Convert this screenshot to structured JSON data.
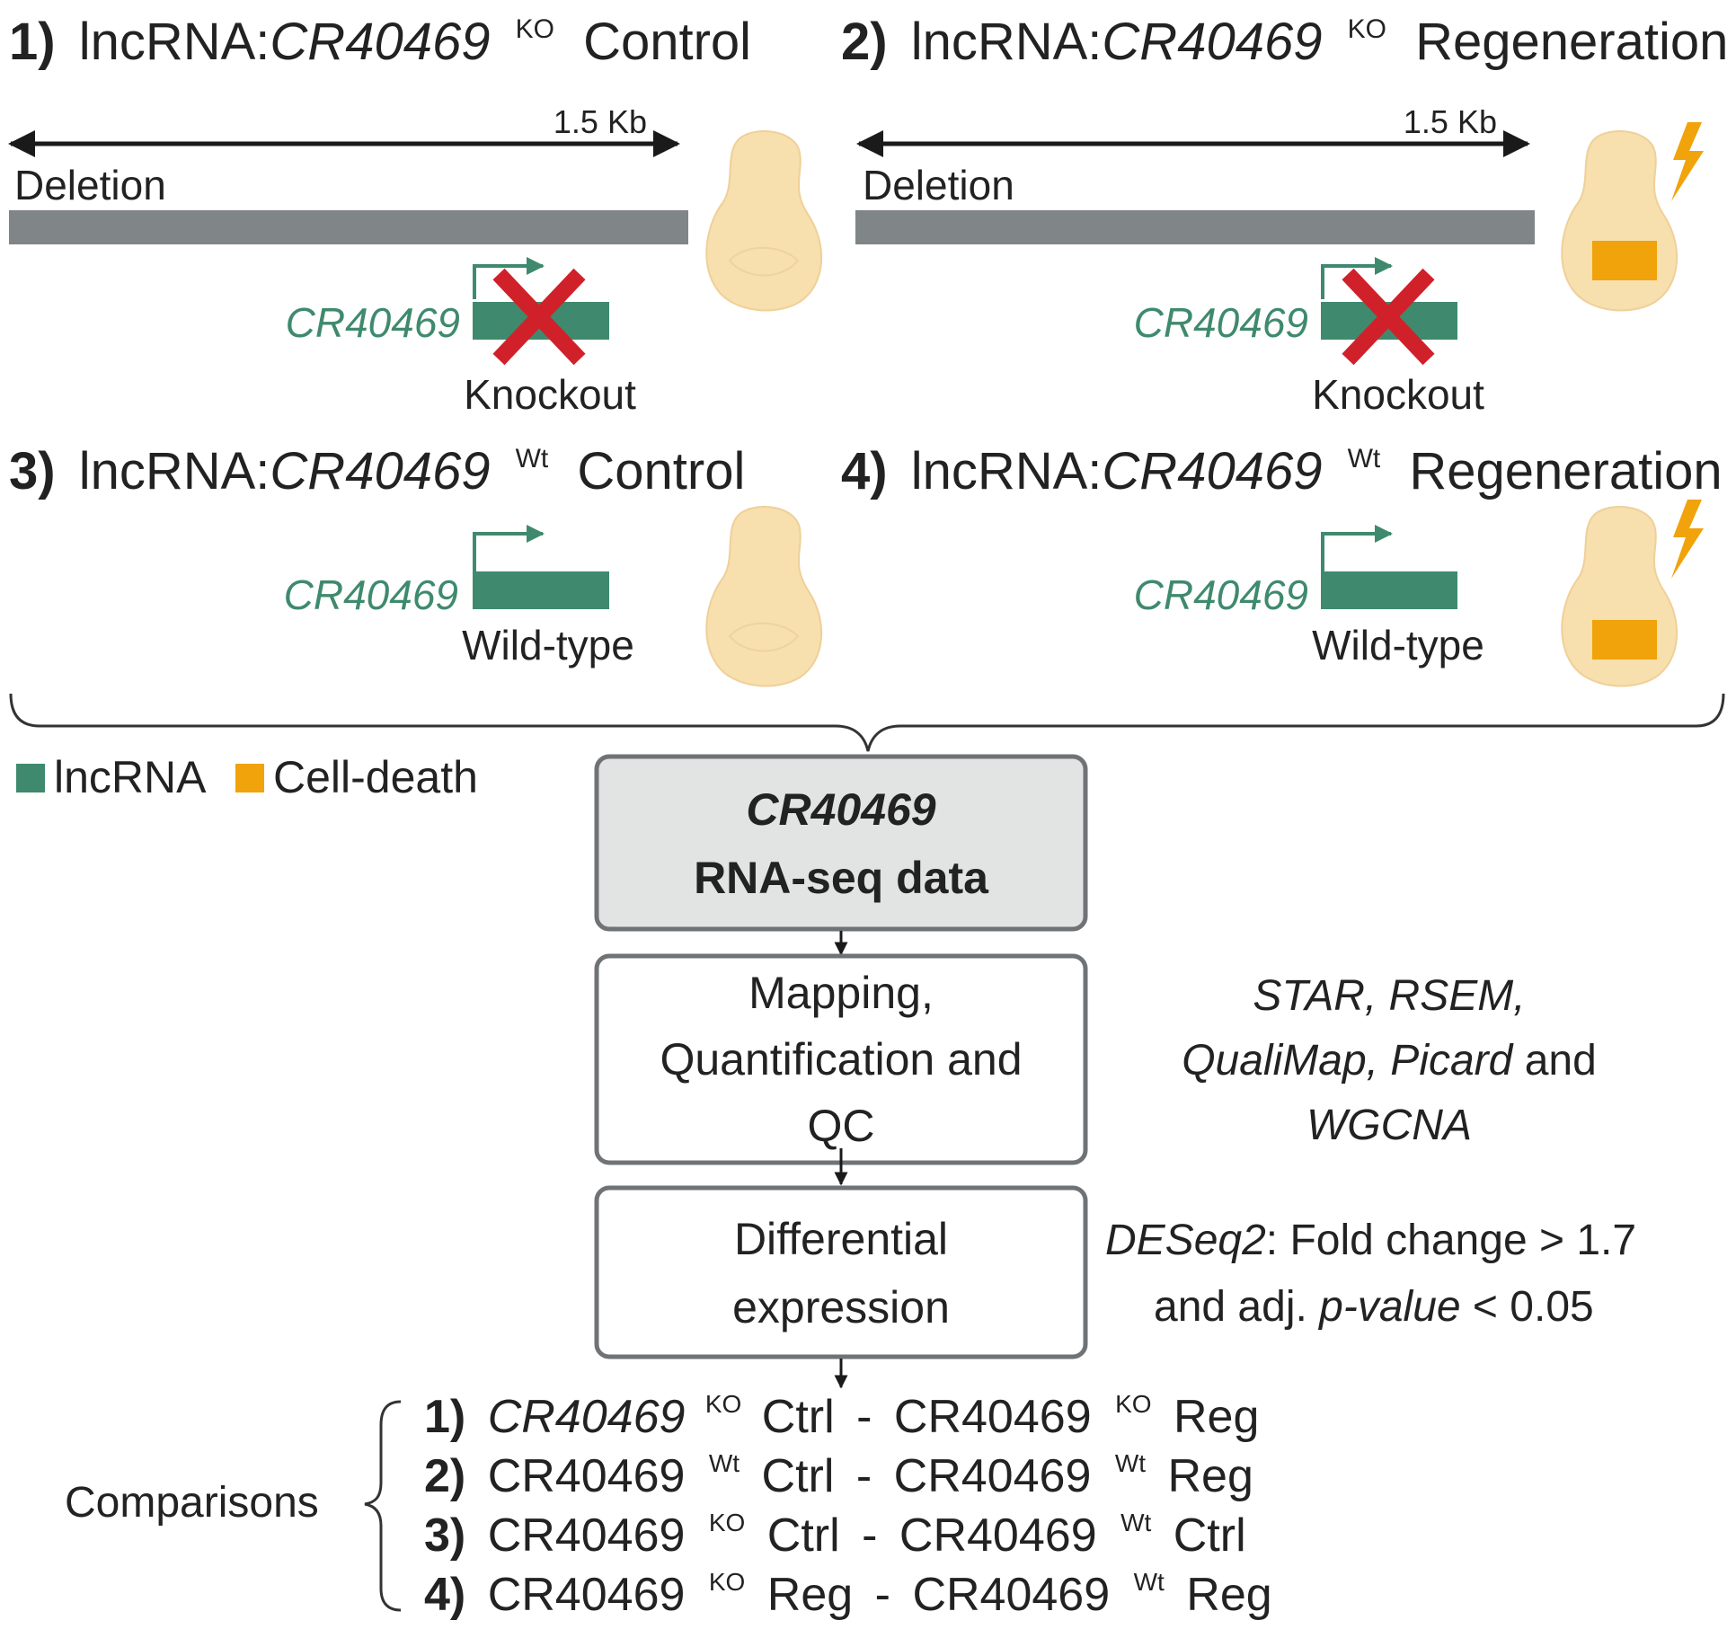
{
  "panels": [
    {
      "num": "1)",
      "prefix": "lncRNA:",
      "gene": "CR40469",
      "sup": "KO",
      "cond": "Control",
      "deletion_label": "Deletion",
      "size_label": "1.5 Kb",
      "gene_label": "CR40469",
      "status": "Knockout"
    },
    {
      "num": "2)",
      "prefix": "lncRNA:",
      "gene": "CR40469",
      "sup": "KO",
      "cond": "Regeneration",
      "deletion_label": "Deletion",
      "size_label": "1.5 Kb",
      "gene_label": "CR40469",
      "status": "Knockout"
    },
    {
      "num": "3)",
      "prefix": "lncRNA:",
      "gene": "CR40469",
      "sup": "Wt",
      "cond": "Control",
      "gene_label": "CR40469",
      "status": "Wild-type"
    },
    {
      "num": "4)",
      "prefix": "lncRNA:",
      "gene": "CR40469",
      "sup": "Wt",
      "cond": "Regeneration",
      "gene_label": "CR40469",
      "status": "Wild-type"
    }
  ],
  "legend": {
    "lncrna": "lncRNA",
    "cell_death": "Cell-death"
  },
  "colors": {
    "lncrna": "#3f8a6e",
    "cell_death": "#f0a30a",
    "deletion": "#808587",
    "cross": "#d0212a",
    "disc": "#f7dfae",
    "lightning": "#f0a30a"
  },
  "flow": {
    "box1": {
      "line1": "CR40469",
      "line2": "RNA-seq data"
    },
    "box2": {
      "line1": "Mapping,",
      "line2": "Quantification and",
      "line3": "QC"
    },
    "box3": {
      "line1": "Differential",
      "line2": "expression"
    },
    "tools": {
      "line1": "STAR, RSEM,",
      "line2_a": "QualiMap, Picard",
      "line2_b": " and",
      "line3": "WGCNA"
    },
    "deseq": {
      "line1_a": "DESeq2",
      "line1_b": ": Fold change > 1.7",
      "line2_a": "and adj. ",
      "line2_b": "p-value",
      "line2_c": " < 0.05"
    }
  },
  "comparisons": {
    "label": "Comparisons",
    "items": [
      {
        "num": "1)",
        "g1": "CR40469",
        "s1": "KO",
        "c1": "Ctrl",
        "sep": "-",
        "g2": "CR40469",
        "s2": "KO",
        "c2": "Reg"
      },
      {
        "num": "2)",
        "g1": "CR40469",
        "s1": "Wt",
        "c1": "Ctrl",
        "sep": "-",
        "g2": "CR40469",
        "s2": "Wt",
        "c2": "Reg"
      },
      {
        "num": "3)",
        "g1": "CR40469",
        "s1": "KO",
        "c1": "Ctrl",
        "sep": "-",
        "g2": "CR40469",
        "s2": "Wt",
        "c2": "Ctrl"
      },
      {
        "num": "4)",
        "g1": "CR40469",
        "s1": "KO",
        "c1": "Reg",
        "sep": "-",
        "g2": "CR40469",
        "s2": "Wt",
        "c2": "Reg"
      }
    ]
  }
}
